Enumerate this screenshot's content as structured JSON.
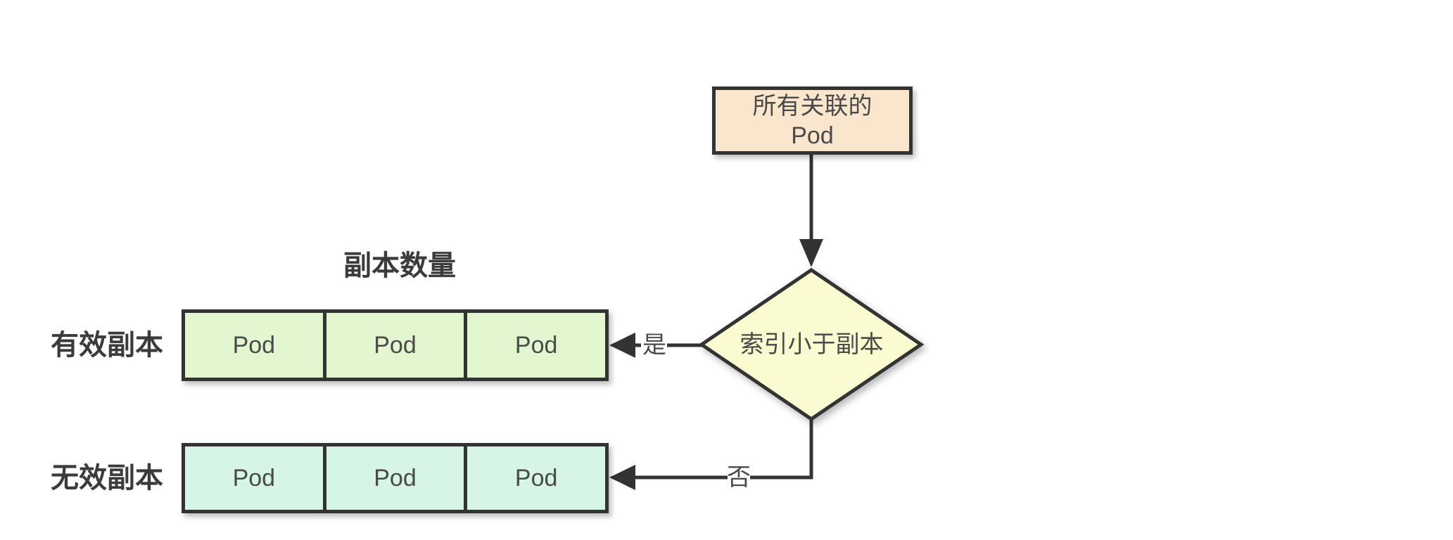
{
  "colors": {
    "stroke": "#333333",
    "fill-orange": "#fae6cc",
    "fill-yellow": "#fbfbd2",
    "fill-green": "#e2f6d0",
    "fill-mint": "#d6f5e6",
    "text": "#4a4a4a",
    "label-text": "#3b3b3b"
  },
  "flow": {
    "start": {
      "line1": "所有关联的",
      "line2": "Pod"
    },
    "decision": {
      "label": "索引小于副本"
    },
    "yes_label": "是",
    "no_label": "否"
  },
  "replicas": {
    "title": "副本数量",
    "valid": {
      "label": "有效副本",
      "pods": [
        "Pod",
        "Pod",
        "Pod"
      ]
    },
    "invalid": {
      "label": "无效副本",
      "pods": [
        "Pod",
        "Pod",
        "Pod"
      ]
    }
  }
}
